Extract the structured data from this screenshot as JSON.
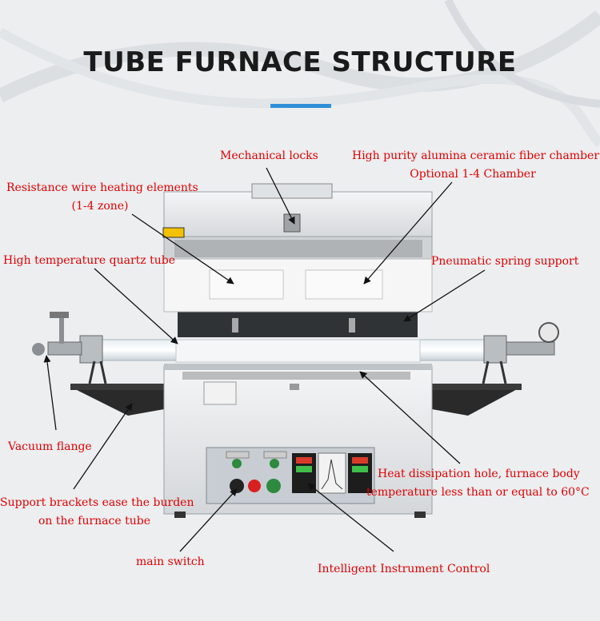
{
  "title": "TUBE FURNACE STRUCTURE",
  "labels": {
    "mechanical_locks": "Mechanical locks",
    "alumina_chamber_line1": "High purity alumina ceramic fiber chamber",
    "alumina_chamber_line2": "Optional 1-4 Chamber",
    "resistance_wire_line1": "Resistance wire heating elements",
    "resistance_wire_line2": "(1-4 zone)",
    "quartz_tube": "High temperature quartz tube",
    "pneumatic_spring": "Pneumatic spring support",
    "vacuum_flange": "Vacuum flange",
    "heat_dissipation_line1": "Heat dissipation hole, furnace body",
    "heat_dissipation_line2": "temperature less than or equal to 60°C",
    "support_brackets_line1": "Support brackets ease the burden",
    "support_brackets_line2": "on the furnace tube",
    "main_switch": "main switch",
    "intelligent_control": "Intelligent Instrument Control"
  },
  "colors": {
    "label_text": "#e00000",
    "accent_bar": "#2f8fd8",
    "title_text": "#1a1a1a"
  }
}
